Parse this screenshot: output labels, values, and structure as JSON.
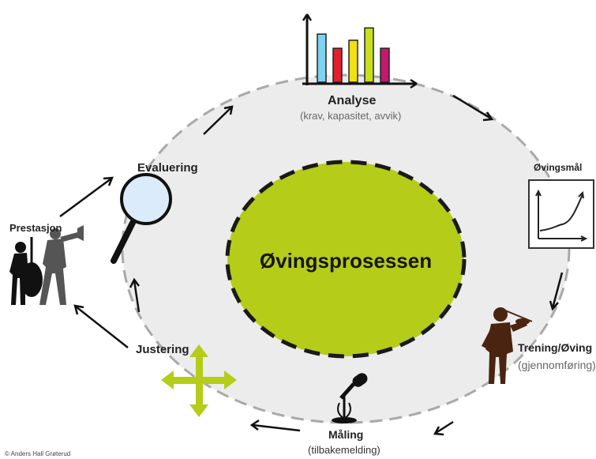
{
  "center": {
    "title": "Øvingsprosessen",
    "fill": "#b5cc18",
    "dash": "#1a1a1a"
  },
  "ring": {
    "fill": "#ececec",
    "stroke": "#a9a9a9"
  },
  "stages": {
    "analyse": {
      "title": "Analyse",
      "subtitle": "(krav, kapasitet, avvik)"
    },
    "ovingsmal": {
      "title": "Øvingsmål"
    },
    "trening": {
      "title": "Trening",
      "title_suffix": "/Øving",
      "subtitle": "(gjennomføring)"
    },
    "maling": {
      "title": "Måling",
      "subtitle": "(tilbakemelding)"
    },
    "justering": {
      "title": "Justering"
    },
    "evaluering": {
      "title": "Evaluering"
    },
    "prestasjon": {
      "title": "Prestasjon"
    }
  },
  "bar_chart_icon": {
    "bar_colors": [
      "#7dd3f0",
      "#e0212e",
      "#f2e011",
      "#c9e01a",
      "#c4176e"
    ],
    "values": [
      0.78,
      0.55,
      0.68,
      0.88,
      0.55
    ]
  },
  "icons": [
    "bar-chart-icon",
    "line-graph-icon",
    "violinist-icon",
    "microphone-icon",
    "cross-arrows-icon",
    "magnifier-icon",
    "musicians-icon"
  ],
  "credit": "© Anders Hall Grøterud"
}
